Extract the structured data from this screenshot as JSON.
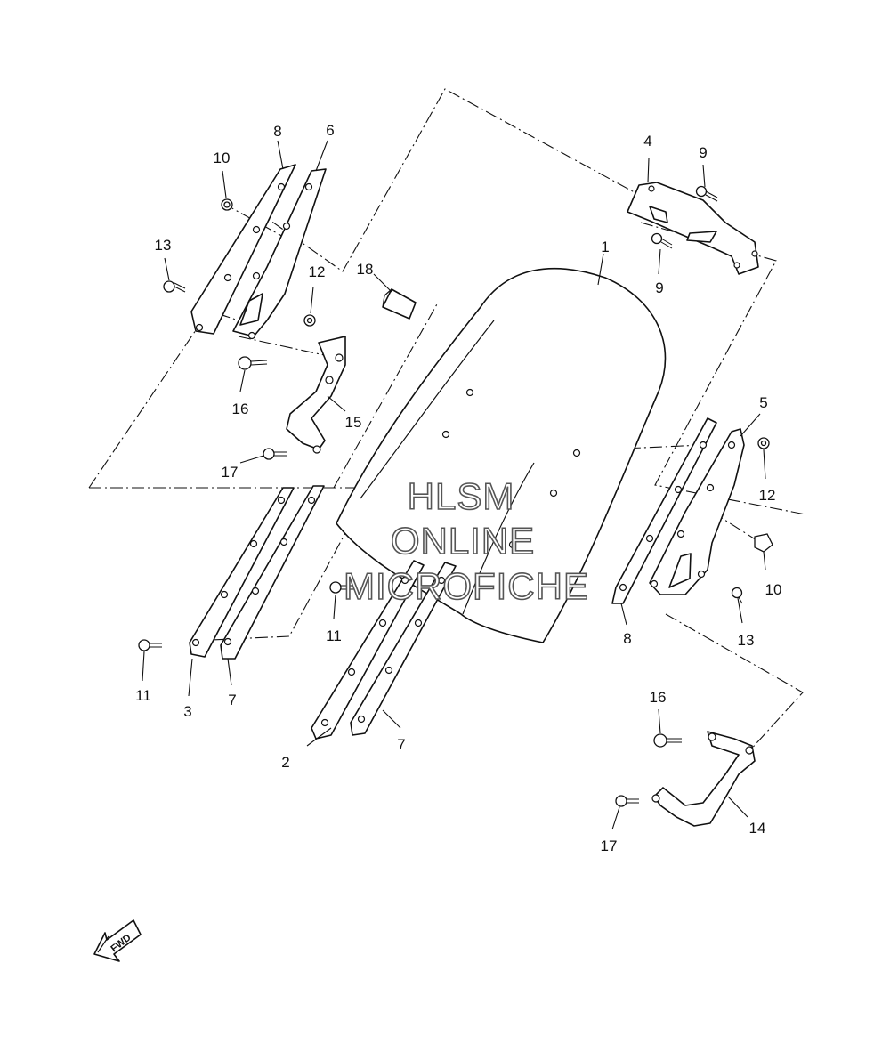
{
  "callouts": [
    {
      "id": "p1",
      "label": "1"
    },
    {
      "id": "p2",
      "label": "2"
    },
    {
      "id": "p3",
      "label": "3"
    },
    {
      "id": "p4",
      "label": "4"
    },
    {
      "id": "p5",
      "label": "5"
    },
    {
      "id": "p6",
      "label": "6"
    },
    {
      "id": "p7a",
      "label": "7"
    },
    {
      "id": "p7b",
      "label": "7"
    },
    {
      "id": "p8a",
      "label": "8"
    },
    {
      "id": "p8b",
      "label": "8"
    },
    {
      "id": "p9a",
      "label": "9"
    },
    {
      "id": "p9b",
      "label": "9"
    },
    {
      "id": "p10a",
      "label": "10"
    },
    {
      "id": "p10b",
      "label": "10"
    },
    {
      "id": "p11a",
      "label": "11"
    },
    {
      "id": "p11b",
      "label": "11"
    },
    {
      "id": "p12a",
      "label": "12"
    },
    {
      "id": "p12b",
      "label": "12"
    },
    {
      "id": "p13a",
      "label": "13"
    },
    {
      "id": "p13b",
      "label": "13"
    },
    {
      "id": "p14",
      "label": "14"
    },
    {
      "id": "p15",
      "label": "15"
    },
    {
      "id": "p16a",
      "label": "16"
    },
    {
      "id": "p16b",
      "label": "16"
    },
    {
      "id": "p17a",
      "label": "17"
    },
    {
      "id": "p17b",
      "label": "17"
    },
    {
      "id": "p18",
      "label": "18"
    }
  ],
  "watermark": {
    "line1": "HLSM",
    "line2": "ONLINE",
    "line3": "MICROFICHE"
  },
  "direction_arrow": {
    "label": "FWD",
    "icon": "fwd-arrow-icon"
  }
}
